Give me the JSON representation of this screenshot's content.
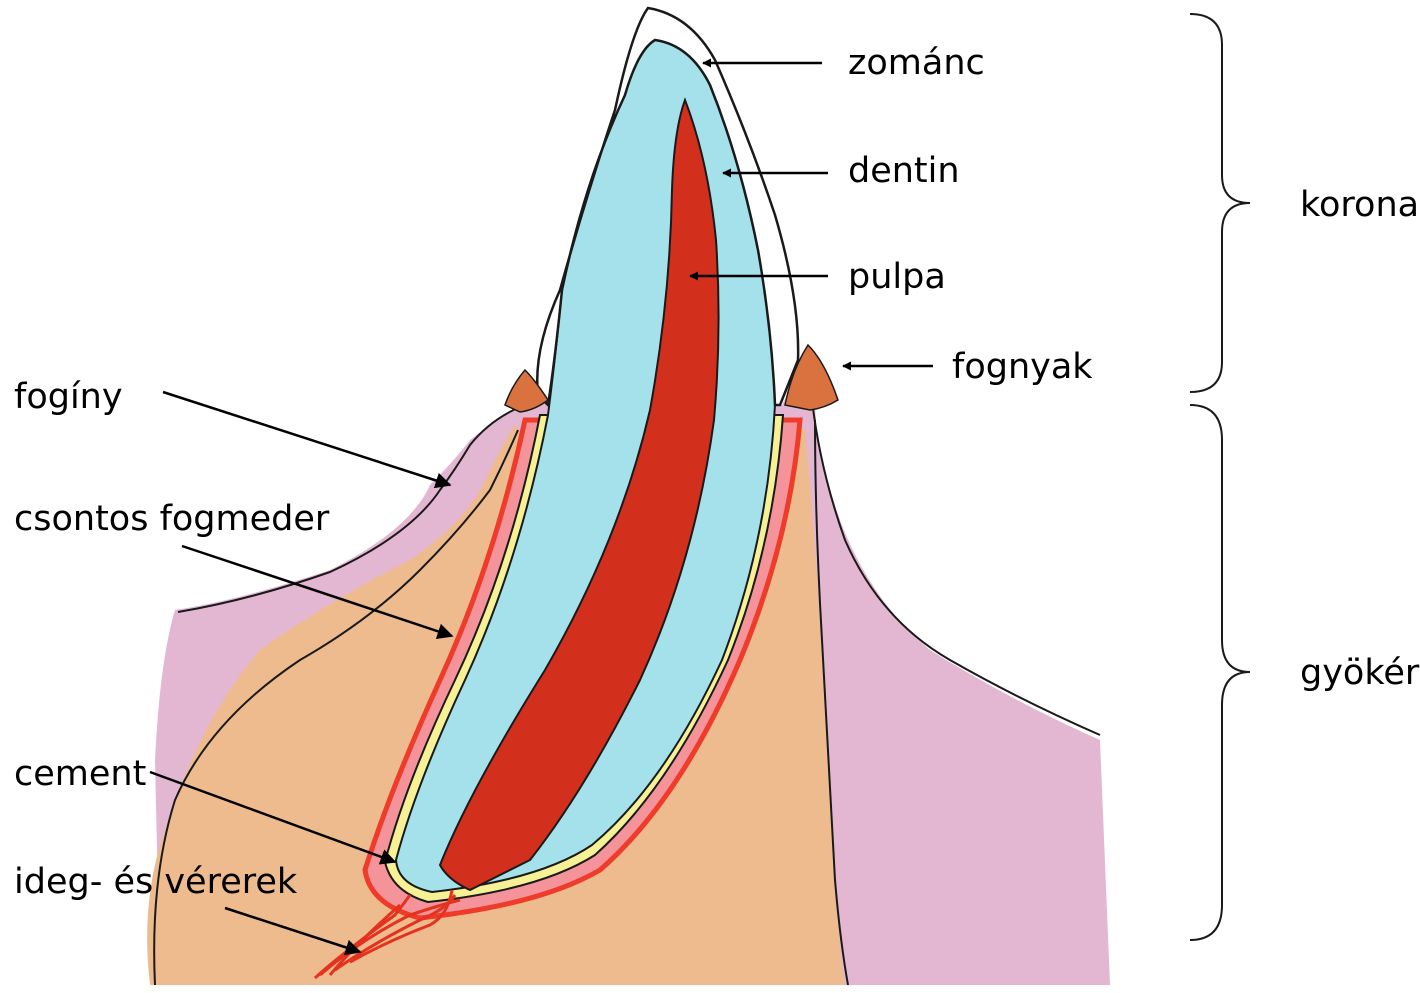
{
  "colors": {
    "gum": "#E3B7D2",
    "bone": "#EDBB8E",
    "periodontal": "#F4939A",
    "root_outline": "#EE3B2A",
    "cement": "#F7F195",
    "dentin": "#A4E1EA",
    "pulp": "#D32F1D",
    "enamel": "#FFFFFF",
    "outline": "#1A1A1A",
    "vessels": "#E4321F",
    "fognyak": "#D9723F"
  },
  "labels": {
    "zomanc": "zománc",
    "dentin": "dentin",
    "pulpa": "pulpa",
    "fognyak": "fognyak",
    "korona": "korona",
    "foginy": "fogíny",
    "csontos_fogmeder": "csontos fogmeder",
    "cement": "cement",
    "ideg_es_vererek": "ideg- és vérerek",
    "gyoker": "gyökér"
  },
  "icons": [
    "arrow-icon",
    "brace-icon"
  ]
}
